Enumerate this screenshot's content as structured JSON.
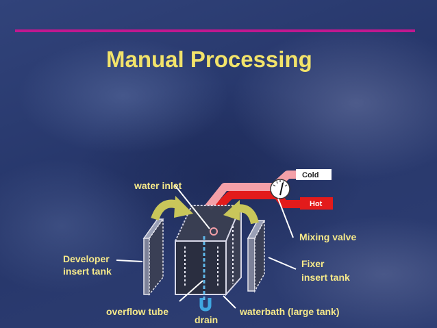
{
  "slide": {
    "title": "Manual Processing"
  },
  "valve": {
    "cold_label": "Cold",
    "hot_label": "Hot"
  },
  "labels": {
    "water_inlet": "water inlet",
    "mixing_valve": "Mixing valve",
    "developer_line1": "Developer",
    "developer_line2": "insert tank",
    "fixer_line1": "Fixer",
    "fixer_line2": "insert tank",
    "overflow_tube": "overflow tube",
    "drain": "drain",
    "waterbath": "waterbath (large tank)"
  },
  "colors": {
    "title": "#f2e36a",
    "label": "#f6e98a",
    "rule": "#c0188f",
    "hot_pipe": "#e31b1b",
    "cold_pipe": "#f4a0a8",
    "arrow": "#c9c65a",
    "drain": "#3fa7e0"
  }
}
